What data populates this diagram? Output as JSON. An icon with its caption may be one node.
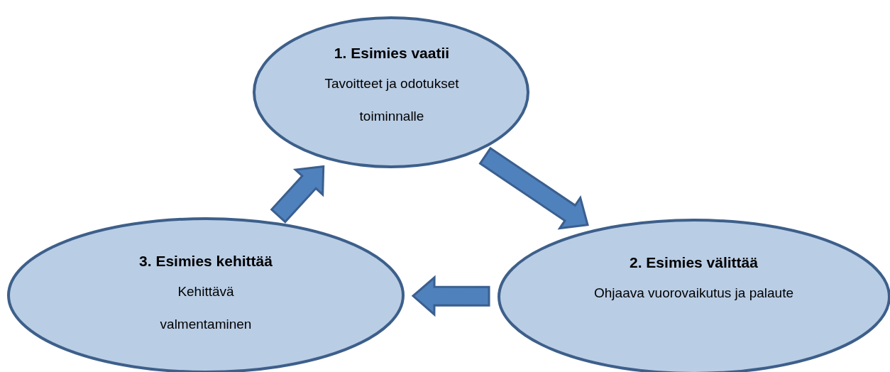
{
  "diagram": {
    "nodes": [
      {
        "text": [
          "1. Esimies vaatii",
          "Tavoitteet ja odotukset toiminnalle"
        ]
      },
      {
        "text": [
          "2. Esimies välittää",
          "Ohjaava vuorovaikutus ja palaute"
        ]
      },
      {
        "text": [
          "3. Esimies kehittää",
          "Kehittävä valmentaminen"
        ]
      }
    ],
    "edges": [
      {
        "from": 0,
        "to": 1,
        "arrow": "to",
        "style": "thick"
      },
      {
        "from": 1,
        "to": 2,
        "arrow": "to",
        "style": "thick"
      },
      {
        "from": 2,
        "to": 0,
        "arrow": "to",
        "style": "thick"
      }
    ]
  }
}
